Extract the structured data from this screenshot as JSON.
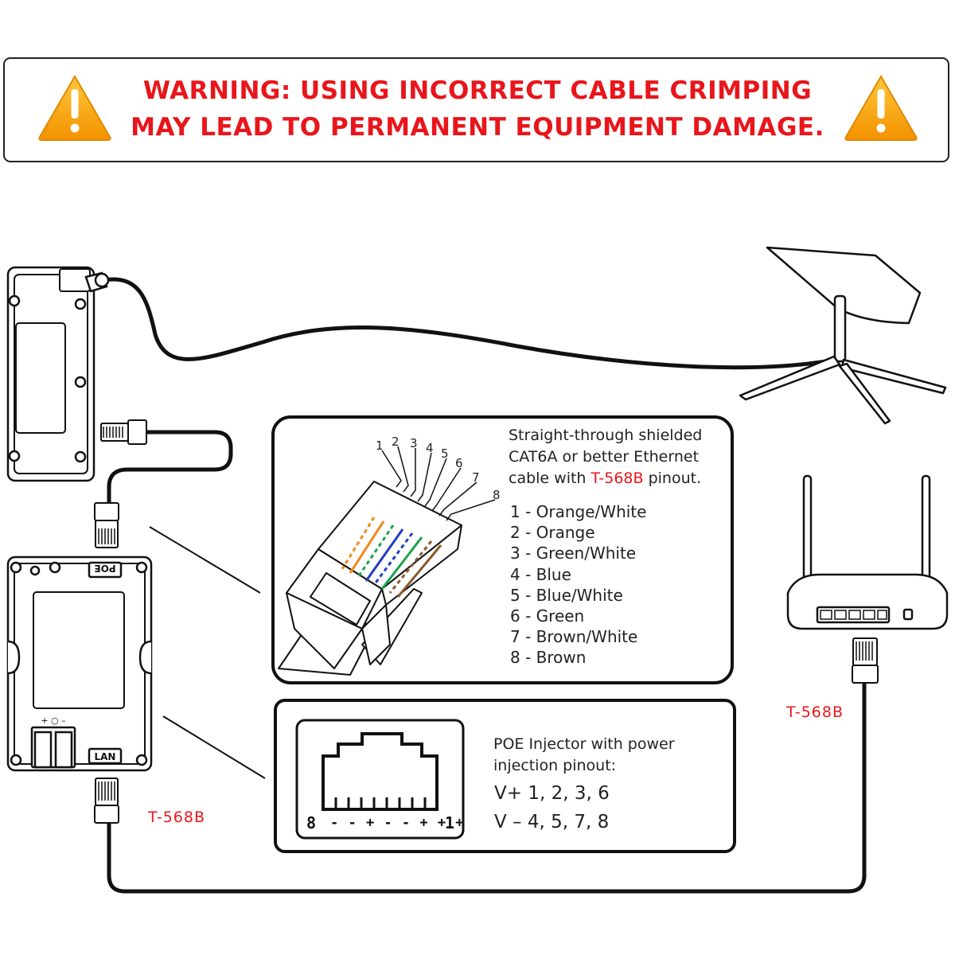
{
  "warning": {
    "line1": "WARNING: USING INCORRECT CABLE CRIMPING",
    "line2": "MAY LEAD TO PERMANENT EQUIPMENT DAMAGE.",
    "icon": "warning-triangle-icon",
    "color": "#e8161b",
    "icon_color": "#f6a400"
  },
  "cable_panel": {
    "desc_part1": "Straight-through shielded",
    "desc_part2": "CAT6A or better Ethernet",
    "desc_part3a": "cable with ",
    "desc_highlight": "T-568B",
    "desc_part3b": " pinout.",
    "pin_numbers": [
      "1",
      "2",
      "3",
      "4",
      "5",
      "6",
      "7",
      "8"
    ],
    "pins": [
      "1 - Orange/White",
      "2 - Orange",
      "3 - Green/White",
      "4 - Blue",
      "5 - Blue/White",
      "6 - Green",
      "7 - Brown/White",
      "8 - Brown"
    ],
    "wire_colors": [
      "#f08a1c",
      "#f08a1c",
      "#19a34a",
      "#1f3fbf",
      "#1f3fbf",
      "#19a34a",
      "#8a5a2b",
      "#8a5a2b"
    ]
  },
  "poe_panel": {
    "desc_line1": "POE Injector with power",
    "desc_line2": "injection pinout:",
    "vplus": "V+ 1, 2, 3, 6",
    "vminus": "V – 4, 5, 7, 8",
    "jack_left": "8",
    "jack_right": "1",
    "jack_signs": "- - + - - + + +"
  },
  "devices": {
    "poe_label": "POE",
    "lan_label": "LAN",
    "poe_terminals": "+ ○ –"
  },
  "labels": {
    "t568b_left": "T-568B",
    "t568b_right": "T-568B"
  }
}
